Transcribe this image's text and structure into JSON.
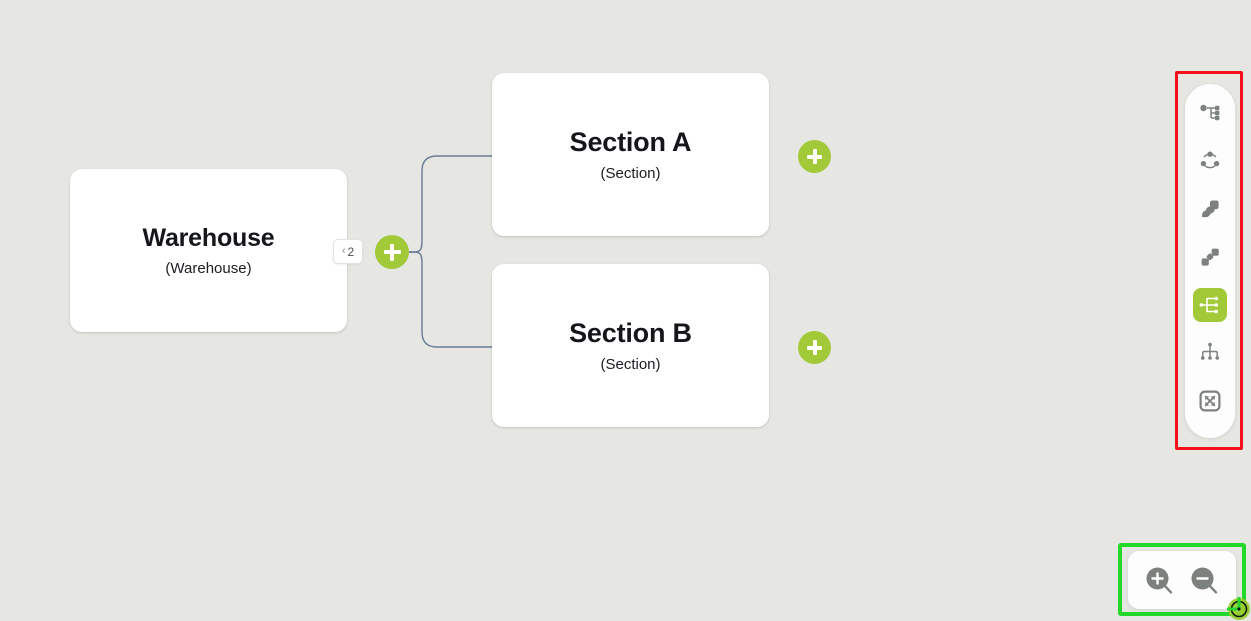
{
  "canvas": {
    "background_color": "#e6e7e2",
    "accent_green": "#a2c938",
    "edge_color": "#6b7c96",
    "highlight_red": "#f4121a",
    "highlight_green": "#22d92a"
  },
  "nodes": [
    {
      "id": "warehouse",
      "title": "Warehouse",
      "subtitle": "(Warehouse)"
    },
    {
      "id": "section-a",
      "title": "Section A",
      "subtitle": "(Section)"
    },
    {
      "id": "section-b",
      "title": "Section B",
      "subtitle": "(Section)"
    }
  ],
  "collapse_badge": {
    "chevron": "‹",
    "count": "2"
  },
  "add_buttons": {
    "warehouse_label": "+",
    "section_a_label": "+",
    "section_b_label": "+"
  },
  "layout_toolbar": {
    "items": [
      {
        "name": "tree-right-layout-icon",
        "label": "Tree layout (right)",
        "active": false
      },
      {
        "name": "radial-layout-icon",
        "label": "Radial layout",
        "active": false
      },
      {
        "name": "layers-stack-icon",
        "label": "Stacked layout",
        "active": false
      },
      {
        "name": "scatter-nodes-icon",
        "label": "Free layout",
        "active": false
      },
      {
        "name": "horizontal-tree-icon",
        "label": "Horizontal tree layout",
        "active": true
      },
      {
        "name": "vertical-tree-icon",
        "label": "Vertical tree layout",
        "active": false
      },
      {
        "name": "fit-to-screen-icon",
        "label": "Fit to screen",
        "active": false
      }
    ]
  },
  "zoom_controls": {
    "zoom_in_label": "Zoom in",
    "zoom_out_label": "Zoom out"
  },
  "cursor": {
    "name": "cursor-target-marker"
  }
}
